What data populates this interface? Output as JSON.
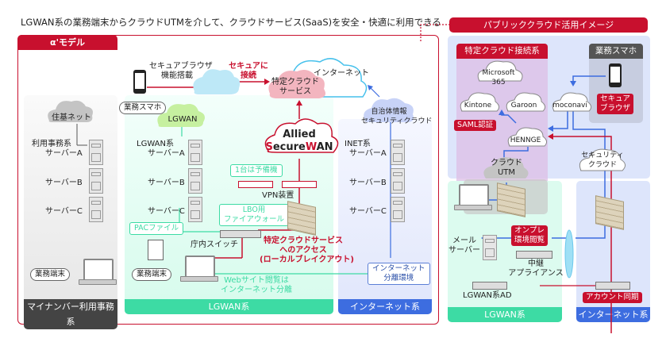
{
  "title": "LGWAN系の業務端末からクラウドUTMを介して、クラウドサービス(SaaS)を安全・快適に利用できる",
  "alpha_model": {
    "tab_label": "α'モデル",
    "secure_browser_label_1": "セキュアブラウザ",
    "secure_browser_label_2": "機能搭載",
    "smartphone_label": "業務スマホ",
    "secure_connect_1": "セキュアに",
    "secure_connect_2": "接続",
    "specific_cloud_1": "特定クラウド",
    "specific_cloud_2": "サービス",
    "internet_cloud": "インターネット",
    "jichitai_cloud_1": "自治体情報",
    "jichitai_cloud_2": "セキュリティクラウド",
    "allied_1": "Allied",
    "allied_2a": "S",
    "allied_2b": "ecure",
    "allied_2c": "W",
    "allied_2d": "AN",
    "mynumber": {
      "cloud": "住基ネット",
      "group_label": "利用事務系",
      "servers": [
        "サーバーA",
        "サーバーB",
        "サーバーC"
      ],
      "terminal": "業務端末",
      "zone_label": "マイナンバー利用事務系"
    },
    "lgwan": {
      "cloud": "LGWAN",
      "group_label": "LGWAN系",
      "servers": [
        "サーバーA",
        "サーバーB",
        "サーバーC"
      ],
      "spare_note": "1台は予備機",
      "vpn_label": "VPN装置",
      "lbo_1": "LBO用",
      "lbo_2": "ファイアウォール",
      "pac_file": "PACファイル",
      "switch_label": "庁内スイッチ",
      "terminal": "業務端末",
      "access_1": "特定クラウドサービス",
      "access_2": "へのアクセス",
      "access_3": "(ローカルブレイクアウト)",
      "web_1": "Webサイト閲覧は",
      "web_2": "インターネット分離",
      "zone_label": "LGWAN系"
    },
    "internet": {
      "group_label": "INET系",
      "servers": [
        "サーバーA",
        "サーバーB",
        "サーバーC"
      ],
      "isolation_1": "インターネット",
      "isolation_2": "分離環境",
      "zone_label": "インターネット系"
    }
  },
  "public_cloud": {
    "header": "パブリッククラウド活用イメージ",
    "specific_cloud_header": "特定クラウド接続系",
    "clouds": {
      "microsoft_1": "Microsoft",
      "microsoft_2": "365",
      "kintone": "Kintone",
      "garoon": "Garoon",
      "moconavi": "moconavi",
      "hennge": "HENNGE",
      "utm_1": "クラウド",
      "utm_2": "UTM",
      "security_1": "セキュリティ",
      "security_2": "クラウド"
    },
    "saml": "SAML認証",
    "smartphone_header": "業務スマホ",
    "secure_browser_1": "セキュア",
    "secure_browser_2": "ブラウザ",
    "onprem_1": "オンプレ",
    "onprem_2": "環境閲覧",
    "mail_1": "メール",
    "mail_2": "サーバー",
    "relay_1": "中継",
    "relay_2": "アプライアンス",
    "lgwan_ad": "LGWAN系AD",
    "account_sync": "アカウント同期",
    "lgwan_zone": "LGWAN系",
    "internet_zone": "インターネット系"
  },
  "colors": {
    "brand_red": "#c8102e",
    "lgwan_green": "#3ddba4",
    "internet_blue": "#3d6de0",
    "mynumber_dark": "#444444"
  }
}
